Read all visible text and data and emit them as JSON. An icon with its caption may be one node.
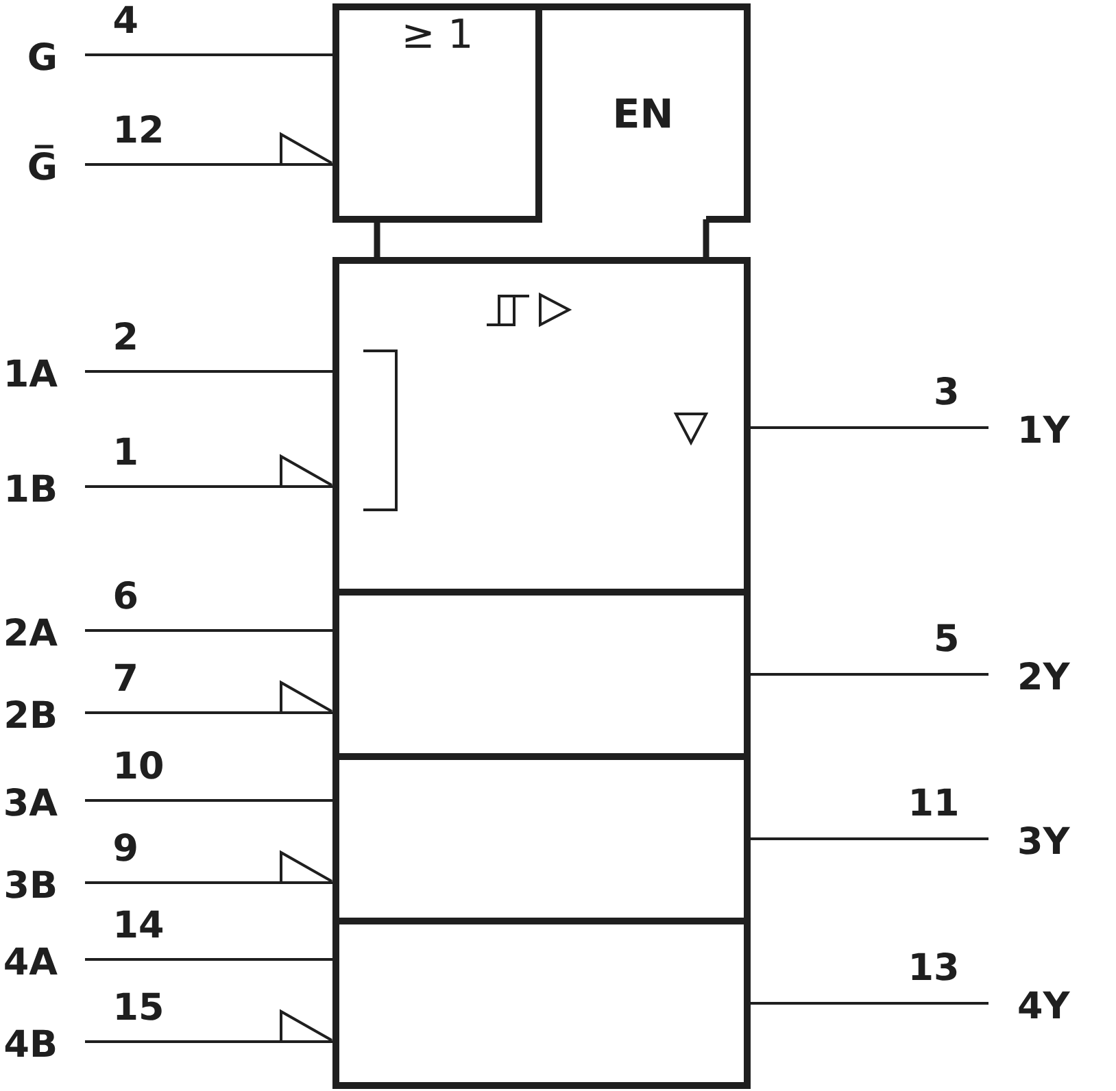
{
  "diagram": {
    "nodes": [
      {
        "text": [
          "≥ 1"
        ]
      },
      {
        "text": [
          "EN"
        ]
      },
      {
        "text": [],
        "shape": "box"
      },
      {
        "text": [],
        "shape": "box"
      },
      {
        "text": [],
        "shape": "box"
      },
      {
        "text": [],
        "shape": "box"
      },
      {
        "text": [
          "G"
        ],
        "beside": [
          "4"
        ]
      },
      {
        "text": [
          "G̅"
        ],
        "beside": [
          "12"
        ]
      },
      {
        "text": [
          "1A"
        ],
        "beside": [
          "2"
        ]
      },
      {
        "text": [
          "1B"
        ],
        "beside": [
          "1"
        ]
      },
      {
        "text": [
          "1Y"
        ],
        "beside": [
          "3"
        ]
      },
      {
        "text": [
          "2A"
        ],
        "beside": [
          "6"
        ]
      },
      {
        "text": [
          "2B"
        ],
        "beside": [
          "7"
        ]
      },
      {
        "text": [
          "2Y"
        ],
        "beside": [
          "5"
        ]
      },
      {
        "text": [
          "3A"
        ],
        "beside": [
          "10"
        ]
      },
      {
        "text": [
          "3B"
        ],
        "beside": [
          "9"
        ]
      },
      {
        "text": [
          "3Y"
        ],
        "beside": [
          "11"
        ]
      },
      {
        "text": [
          "4A"
        ],
        "beside": [
          "14"
        ]
      },
      {
        "text": [
          "4B"
        ],
        "beside": [
          "15"
        ]
      },
      {
        "text": [
          "4Y"
        ],
        "beside": [
          "13"
        ]
      }
    ],
    "edges": [
      {
        "from": 6,
        "to": 0,
        "arrow": "none"
      },
      {
        "from": 7,
        "to": 0,
        "arrow": "none"
      },
      {
        "from": 0,
        "to": 2,
        "arrow": "none",
        "style": "thick"
      },
      {
        "from": 1,
        "to": 2,
        "arrow": "none",
        "style": "thick"
      },
      {
        "from": 8,
        "to": 2,
        "arrow": "none"
      },
      {
        "from": 9,
        "to": 2,
        "arrow": "none"
      },
      {
        "from": 2,
        "to": 10,
        "arrow": "none"
      },
      {
        "from": 11,
        "to": 3,
        "arrow": "none"
      },
      {
        "from": 12,
        "to": 3,
        "arrow": "none"
      },
      {
        "from": 3,
        "to": 13,
        "arrow": "none"
      },
      {
        "from": 14,
        "to": 4,
        "arrow": "none"
      },
      {
        "from": 15,
        "to": 4,
        "arrow": "none"
      },
      {
        "from": 4,
        "to": 16,
        "arrow": "none"
      },
      {
        "from": 17,
        "to": 5,
        "arrow": "none"
      },
      {
        "from": 18,
        "to": 5,
        "arrow": "none"
      },
      {
        "from": 5,
        "to": 19,
        "arrow": "none"
      }
    ]
  }
}
